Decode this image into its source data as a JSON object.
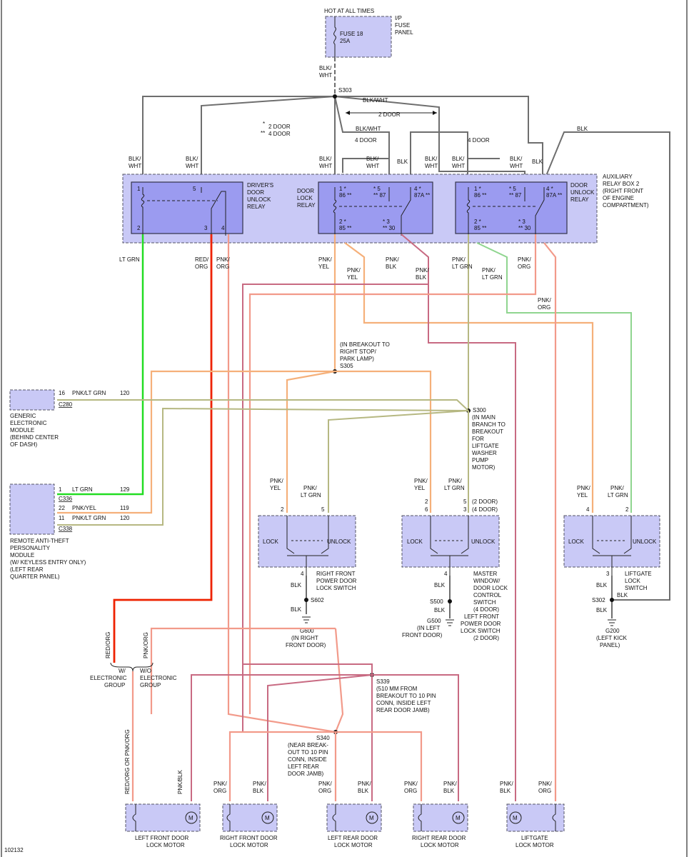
{
  "top": {
    "hot_label": "HOT AT ALL TIMES",
    "panel_line1": "I/P",
    "panel_line2": "FUSE",
    "panel_line3": "PANEL",
    "fuse_name": "FUSE 18",
    "fuse_rating": "25A"
  },
  "splices": {
    "s303": "S303",
    "s305_note": [
      "(IN BREAKOUT TO",
      "RIGHT STOP/",
      "PARK LAMP)"
    ],
    "s305": "S305",
    "s300": "S300",
    "s300_note": [
      "(IN MAIN",
      "BRANCH TO",
      "BREAKOUT",
      "FOR",
      "LIFTGATE",
      "WASHER",
      "PUMP",
      "MOTOR)"
    ],
    "s339": "S339",
    "s339_note": [
      "(510 MM FROM",
      "BREAKOUT TO 10 PIN",
      "CONN, INSIDE LEFT",
      "REAR DOOR JAMB)"
    ],
    "s340": "S340",
    "s340_note": [
      "(NEAR BREAK-",
      "OUT TO 10 PIN",
      "CONN, INSIDE",
      "LEFT REAR",
      "DOOR JAMB)"
    ],
    "s602": "S602",
    "s500": "S500",
    "s302": "S302"
  },
  "legend": {
    "star": "*",
    "star_text": "2 DOOR",
    "dstar": "**",
    "dstar_text": "4 DOOR",
    "two_door": "2 DOOR",
    "four_door_a": "4 DOOR",
    "four_door_b": "4 DOOR"
  },
  "wires": {
    "blk_wht": "BLK/WHT",
    "blk": "BLK",
    "blk_s": "BLK/",
    "wht_s": "WHT",
    "lt_grn": "LT GRN",
    "red_s": "RED/",
    "org_s": "ORG",
    "pnk_s": "PNK/",
    "yel_s": "YEL",
    "lt_grn_s": "LT GRN"
  },
  "relays": {
    "driver_name": [
      "DRIVER'S",
      "DOOR",
      "UNLOCK",
      "RELAY"
    ],
    "door_lock_name": [
      "DOOR",
      "LOCK",
      "RELAY"
    ],
    "door_unlock_name": [
      "DOOR",
      "UNLOCK",
      "RELAY"
    ],
    "aux_box": [
      "AUXILIARY",
      "RELAY BOX 2",
      "(RIGHT FRONT",
      "OF ENGINE",
      "COMPARTMENT)"
    ],
    "pins": {
      "p1": "1",
      "p2": "2",
      "p3": "3",
      "p4": "4",
      "p5": "5",
      "p1s": "1 *",
      "p86": "86 **",
      "p5s": "* 5",
      "p87": "** 87",
      "p4s": "4 *",
      "p87a": "87A **",
      "p2s": "2 *",
      "p85": "85 **",
      "p3s": "* 3",
      "p30": "** 30"
    }
  },
  "modules": {
    "gem": [
      "GENERIC",
      "ELECTRONIC",
      "MODULE",
      "(BEHIND CENTER",
      "OF DASH)"
    ],
    "rap": [
      "REMOTE ANTI-THEFT",
      "PERSONALITY",
      "MODULE",
      "(W/ KEYLESS ENTRY ONLY)",
      "(LEFT REAR",
      "QUARTER PANEL)"
    ],
    "c280": "C280",
    "c336": "C336",
    "c338": "C338",
    "gem_pin": "16",
    "gem_wire": "PNK/LT GRN",
    "gem_circuit": "120",
    "rap_rows": [
      {
        "pin": "1",
        "wire": "LT GRN",
        "circuit": "129"
      },
      {
        "pin": "22",
        "wire": "PNK/YEL",
        "circuit": "119"
      },
      {
        "pin": "11",
        "wire": "PNK/LT GRN",
        "circuit": "120"
      }
    ]
  },
  "switches": {
    "lock": "LOCK",
    "unlock": "UNLOCK",
    "rf_name": [
      "RIGHT FRONT",
      "POWER DOOR",
      "LOCK SWITCH"
    ],
    "master_name": [
      "MASTER",
      "WINDOW/",
      "DOOR LOCK",
      "CONTROL",
      "SWITCH",
      "(4 DOOR)",
      "LEFT FRONT",
      "POWER DOOR",
      "LOCK SWITCH",
      "(2 DOOR)"
    ],
    "lg_name": [
      "LIFTGATE",
      "LOCK",
      "SWITCH"
    ],
    "two_door_p": "(2 DOOR)",
    "four_door_p": "(4 DOOR)"
  },
  "grounds": {
    "g600": [
      "G600",
      "(IN RIGHT",
      "FRONT DOOR)"
    ],
    "g500": [
      "G500",
      "(IN LEFT",
      "FRONT DOOR)"
    ],
    "g200": [
      "G200",
      "(LEFT KICK",
      "PANEL)"
    ]
  },
  "group": {
    "w_eg": [
      "W/",
      "ELECTRONIC",
      "GROUP"
    ],
    "wo_eg": [
      "W/O",
      "ELECTRONIC",
      "GROUP"
    ],
    "red_org": "RED/ORG",
    "pnk_org": "PNK/ORG",
    "red_or_pnk": "RED/ORG OR PNK/ORG",
    "pnk_blk": "PNK/BLK"
  },
  "motors": {
    "m": "M",
    "lf": [
      "LEFT FRONT DOOR",
      "LOCK MOTOR"
    ],
    "rf": [
      "RIGHT FRONT DOOR",
      "LOCK MOTOR"
    ],
    "lr": [
      "LEFT REAR DOOR",
      "LOCK MOTOR"
    ],
    "rr": [
      "RIGHT REAR DOOR",
      "LOCK MOTOR"
    ],
    "lg": [
      "LIFTGATE",
      "LOCK MOTOR"
    ]
  },
  "footer_id": "102132"
}
